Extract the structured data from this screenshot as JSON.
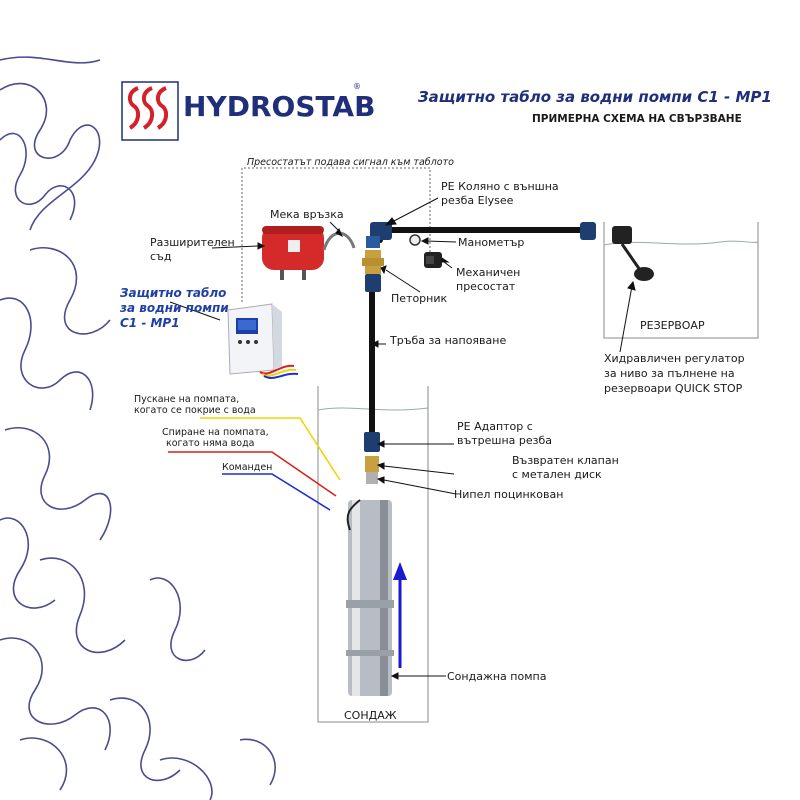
{
  "brand": {
    "name": "HYDROSTAB",
    "registered": "®"
  },
  "header": {
    "title": "Защитно табло за водни помпи C1 - MP1",
    "subtitle": "ПРИМЕРНА СХЕМА НА СВЪРЗВАНЕ"
  },
  "labels": {
    "pressostat_signal": "Пресостатът подава сигнал към таблото",
    "soft_hose": "Мека връзка",
    "expansion_vessel_1": "Разширителен",
    "expansion_vessel_2": "съд",
    "pe_elbow_1": "PE Коляно с външна",
    "pe_elbow_2": "резба Elysee",
    "manometer": "Манометър",
    "mech_pressostat_1": "Механичен",
    "mech_pressostat_2": "пресостат",
    "five_way": "Петорник",
    "panel_1": "Защитно табло",
    "panel_2": "за водни помпи",
    "panel_3": "C1 - MP1",
    "irrigation_pipe": "Тръба за напояване",
    "reservoir": "РЕЗЕРВОАР",
    "regulator_1": "Хидравличен регулатор",
    "regulator_2": "за ниво за пълнене на",
    "regulator_3": "резервоари QUICK STOP",
    "start_pump_1": "Пускане на помпата,",
    "start_pump_2": "когато се покрие с вода",
    "stop_pump_1": "Спиране на помпата,",
    "stop_pump_2": "когато няма вода",
    "common": "Команден",
    "pe_adapter_1": "PE Адаптор с",
    "pe_adapter_2": "вътрешна резба",
    "check_valve_1": "Възвратен клапан",
    "check_valve_2": "с метален диск",
    "nipple": "Нипел поцинкован",
    "borehole_pump": "Сондажна помпа",
    "borehole": "СОНДАЖ"
  },
  "colors": {
    "brand_blue": "#1f2f7a",
    "brand_red": "#d4202a",
    "wire_yellow": "#f2d400",
    "wire_red": "#d8201c",
    "wire_blue": "#1a2fd0",
    "flow_arrow": "#1a1ad0",
    "vessel_red": "#d42a2a",
    "panel_label_blue": "#1f3fa8"
  },
  "icons": [
    "hydrostab-logo-icon",
    "expansion-vessel-icon",
    "control-panel-icon",
    "borehole-pump-icon",
    "float-regulator-icon",
    "manometer-icon",
    "pressostat-icon"
  ]
}
